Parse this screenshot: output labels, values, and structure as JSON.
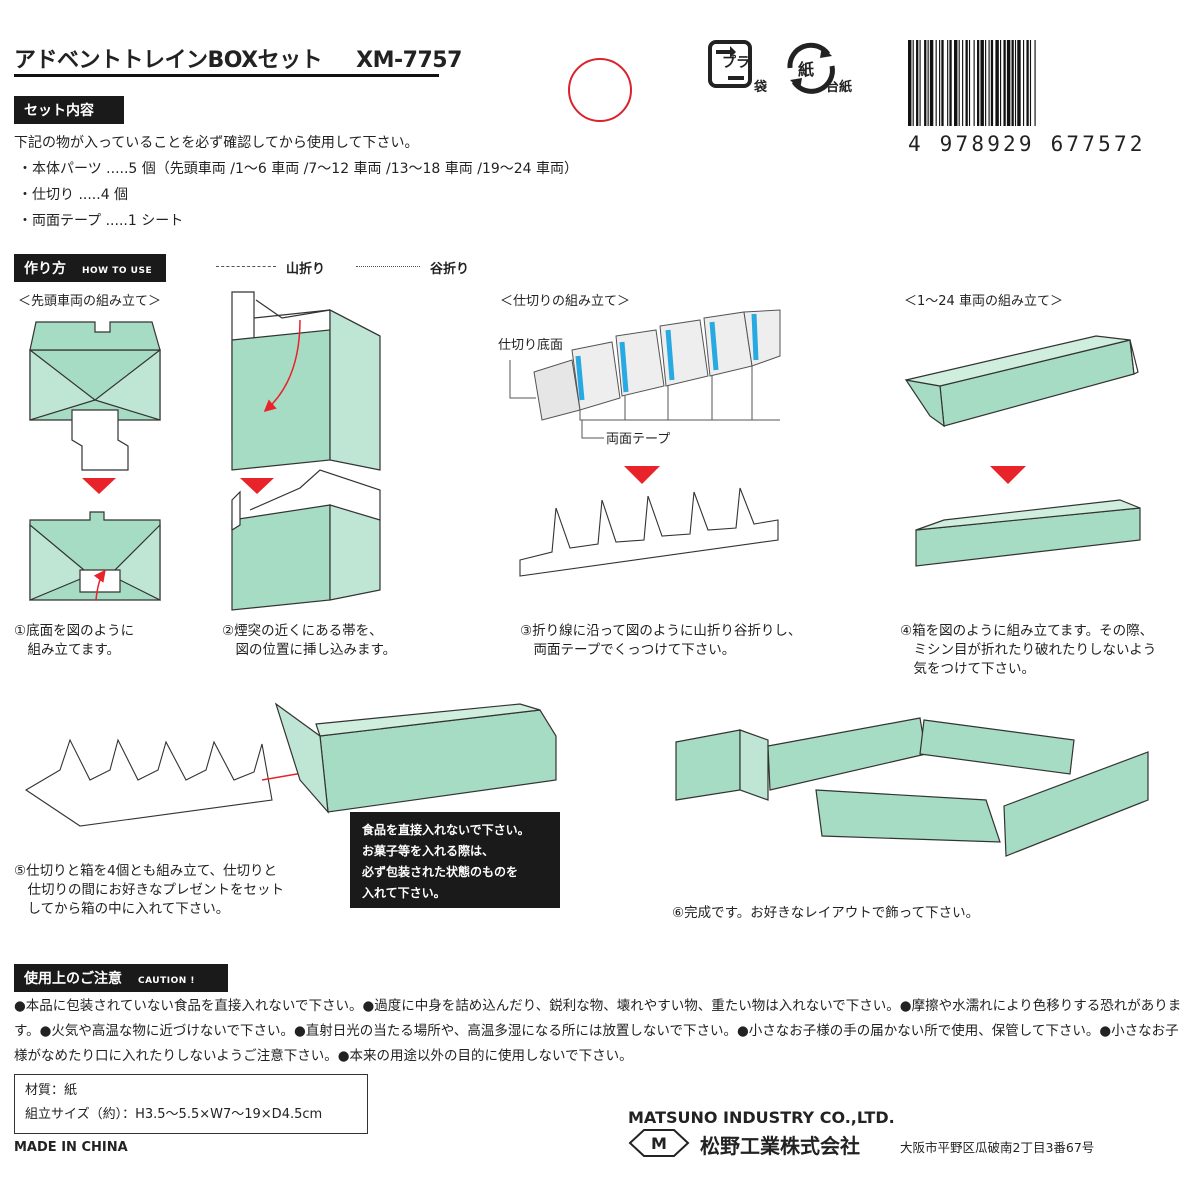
{
  "header": {
    "title": "アドベントトレインBOXセット",
    "product_code": "XM-7757"
  },
  "recycle": {
    "plastic_mark": "プラ",
    "plastic_label": "袋",
    "paper_mark": "紙",
    "paper_label": "台紙"
  },
  "barcode": {
    "number": "4 978929 677572"
  },
  "contents": {
    "heading": "セット内容",
    "intro": "下記の物が入っていることを必ず確認してから使用して下さい。",
    "items": [
      "・本体パーツ .....5 個（先頭車両 /1～6 車両 /7～12 車両 /13～18 車両 /19～24 車両）",
      "・仕切り .....4 個",
      "・両面テープ .....1 シート"
    ]
  },
  "howto": {
    "heading": "作り方",
    "heading_en": "HOW TO USE",
    "legend_mountain": "山折り",
    "legend_valley": "谷折り",
    "section_front": "＜先頭車両の組み立て＞",
    "section_divider": "＜仕切りの組み立て＞",
    "section_cars": "＜1～24 車両の組み立て＞",
    "label_divider_base": "仕切り底面",
    "label_tape": "両面テープ",
    "steps": [
      "①底面を図のように\n　組み立てます。",
      "②煙突の近くにある帯を、\n　図の位置に挿し込みます。",
      "③折り線に沿って図のように山折り谷折りし、\n　両面テープでくっつけて下さい。",
      "④箱を図のように組み立てます。その際、\n　ミシン目が折れたり破れたりしないよう\n　気をつけて下さい。",
      "⑤仕切りと箱を4個とも組み立て、仕切りと\n　仕切りの間にお好きなプレゼントをセット\n　してから箱の中に入れて下さい。",
      "⑥完成です。お好きなレイアウトで飾って下さい。"
    ],
    "warning_box": "食品を直接入れないで下さい。\nお菓子等を入れる際は、\n必ず包装された状態のものを\n入れて下さい。"
  },
  "caution": {
    "heading": "使用上のご注意",
    "heading_en": "CAUTION !",
    "text": "●本品に包装されていない食品を直接入れないで下さい。●過度に中身を詰め込んだり、鋭利な物、壊れやすい物、重たい物は入れないで下さい。●摩擦や水濡れにより色移りする恐れがあります。●火気や高温な物に近づけないで下さい。●直射日光の当たる場所や、高温多湿になる所には放置しないで下さい。●小さなお子様の手の届かない所で使用、保管して下さい。●小さなお子様がなめたり口に入れたりしないようご注意下さい。●本来の用途以外の目的に使用しないで下さい。"
  },
  "specs": {
    "material": "材質：紙",
    "size": "組立サイズ（約）：H3.5～5.5×W7～19×D4.5cm",
    "origin": "MADE IN CHINA"
  },
  "company": {
    "name_en": "MATSUNO INDUSTRY CO.,LTD.",
    "name_jp": "松野工業株式会社",
    "address": "大阪市平野区瓜破南2丁目3番67号",
    "logo_letter": "M"
  },
  "colors": {
    "box_fill": "#a7dcc4",
    "arrow_red": "#e8232a",
    "tape_blue": "#27a9e1",
    "header_black": "#1a1a1a"
  }
}
